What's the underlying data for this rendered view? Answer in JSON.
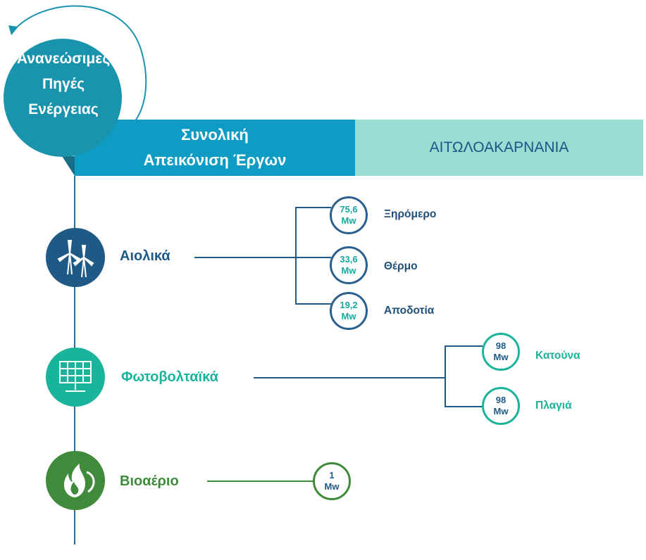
{
  "header": {
    "badge_lines": [
      "Ανανεώσιμες",
      "Πηγές",
      "Ενέργειας"
    ],
    "title_lines": [
      "Συνολική",
      "Απεικόνιση Έργων"
    ],
    "region": "ΑΙΤΩΛΟΑΚΑΡΝΑΝΙΑ"
  },
  "categories": [
    {
      "label": "Αιολικά",
      "icon": "wind-turbine-icon",
      "color": "#1e5a85",
      "projects": [
        {
          "value": "75,6",
          "unit": "Mw",
          "site": "Ξηρόμερο"
        },
        {
          "value": "33,6",
          "unit": "Mw",
          "site": "Θέρμο"
        },
        {
          "value": "19,2",
          "unit": "Mw",
          "site": "Αποδοτία"
        }
      ]
    },
    {
      "label": "Φωτοβολταϊκά",
      "icon": "solar-panel-icon",
      "color": "#1ab39b",
      "projects": [
        {
          "value": "98",
          "unit": "Mw",
          "site": "Κατούνα"
        },
        {
          "value": "98",
          "unit": "Mw",
          "site": "Πλαγιά"
        }
      ]
    },
    {
      "label": "Βιοαέριο",
      "icon": "flame-leaf-icon",
      "color": "#3f8a3b",
      "projects": [
        {
          "value": "1",
          "unit": "Mw",
          "site": ""
        }
      ]
    }
  ]
}
